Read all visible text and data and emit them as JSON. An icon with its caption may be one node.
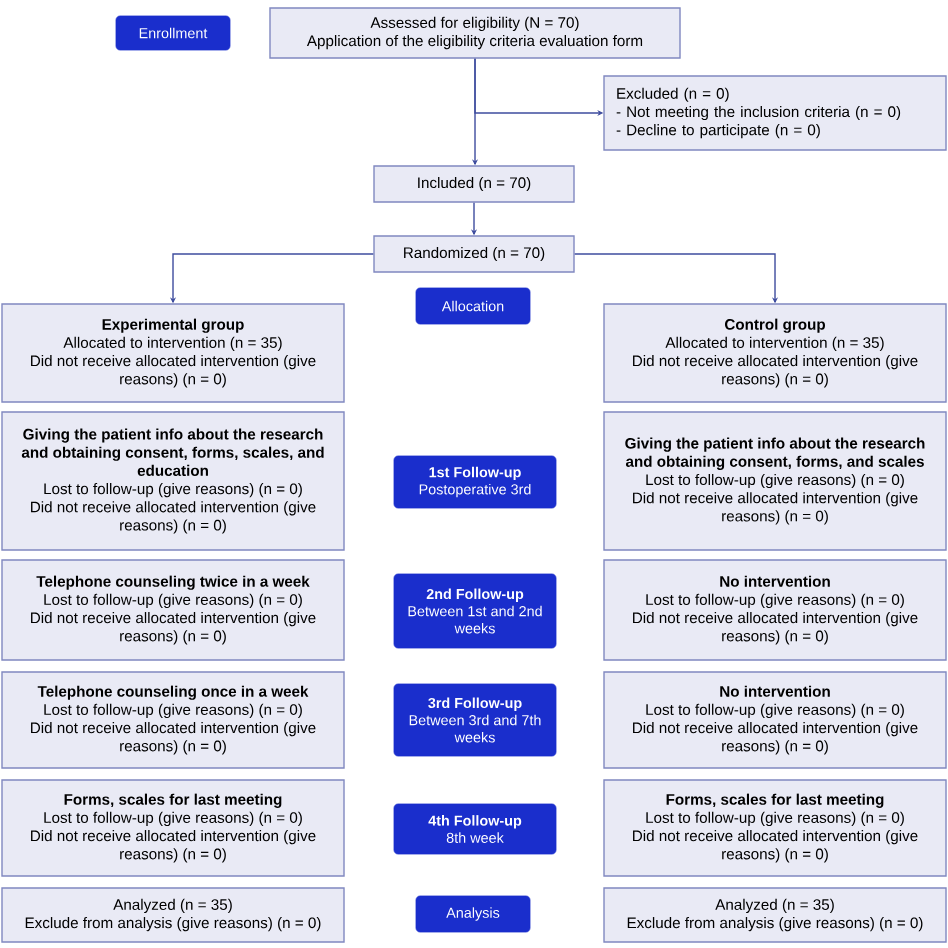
{
  "diagram": {
    "nodes": [
      {
        "text": [
          "Enrollment"
        ]
      },
      {
        "text": [
          "Assessed for eligibility (N = 70)",
          "Application of the eligibility criteria evaluation form"
        ]
      },
      {
        "text": [
          "Excluded (n = 0)",
          "- Not meeting the inclusion criteria (n = 0)",
          "- Decline to participate (n = 0)"
        ]
      },
      {
        "text": [
          "Included (n = 70)"
        ]
      },
      {
        "text": [
          "Randomized (n = 70)"
        ]
      },
      {
        "text": [
          "Allocation"
        ]
      },
      {
        "text": [
          "Experimental group",
          "Allocated to intervention (n = 35)",
          "Did not receive allocated intervention (give reasons) (n = 0)"
        ]
      },
      {
        "text": [
          "Control group",
          "Allocated to intervention (n = 35)",
          "Did not receive allocated intervention (give reasons) (n = 0)"
        ]
      },
      {
        "text": [
          "Giving the patient info about the research and obtaining consent, forms, scales, and education",
          "Lost to follow-up (give reasons) (n = 0)",
          "Did not receive allocated intervention (give reasons) (n = 0)"
        ]
      },
      {
        "text": [
          "1st Follow-up",
          "Postoperative 3rd"
        ]
      },
      {
        "text": [
          "Giving the patient info about the research and obtaining consent, forms, and scales",
          "Lost to follow-up (give reasons) (n = 0)",
          "Did not receive allocated intervention (give reasons) (n = 0)"
        ]
      },
      {
        "text": [
          "Telephone counseling twice in a week",
          "Lost to follow-up (give reasons) (n = 0)",
          "Did not receive allocated intervention (give reasons) (n = 0)"
        ]
      },
      {
        "text": [
          "2nd Follow-up",
          "Between 1st and 2nd weeks"
        ]
      },
      {
        "text": [
          "No intervention",
          "Lost to follow-up (give reasons) (n = 0)",
          "Did not receive allocated intervention (give reasons) (n = 0)"
        ]
      },
      {
        "text": [
          "Telephone counseling once in a week",
          "Lost to follow-up (give reasons) (n = 0)",
          "Did not receive allocated intervention (give reasons) (n = 0)"
        ]
      },
      {
        "text": [
          "3rd Follow-up",
          "Between 3rd and 7th weeks"
        ]
      },
      {
        "text": [
          "No intervention",
          "Lost to follow-up (give reasons) (n = 0)",
          "Did not receive allocated intervention (give reasons) (n = 0)"
        ]
      },
      {
        "text": [
          "Forms, scales for last meeting",
          "Lost to follow-up (give reasons) (n = 0)",
          "Did not receive allocated intervention (give reasons) (n = 0)"
        ]
      },
      {
        "text": [
          "4th Follow-up",
          "8th week"
        ]
      },
      {
        "text": [
          "Forms, scales for last meeting",
          "Lost to follow-up (give reasons) (n = 0)",
          "Did not receive allocated intervention (give reasons) (n = 0)"
        ]
      },
      {
        "text": [
          "Analyzed (n = 35)",
          "Exclude from analysis (give reasons) (n = 0)"
        ]
      },
      {
        "text": [
          "Analysis"
        ]
      },
      {
        "text": [
          "Analyzed (n = 35)",
          "Exclude from analysis (give reasons) (n = 0)"
        ]
      }
    ],
    "edges": [
      {
        "from": 1,
        "to": 3,
        "arrow": "to"
      },
      {
        "from": 1,
        "to": 2,
        "arrow": "to"
      },
      {
        "from": 3,
        "to": 4,
        "arrow": "to"
      },
      {
        "from": 4,
        "to": 6,
        "arrow": "to"
      },
      {
        "from": 4,
        "to": 7,
        "arrow": "to"
      }
    ]
  }
}
